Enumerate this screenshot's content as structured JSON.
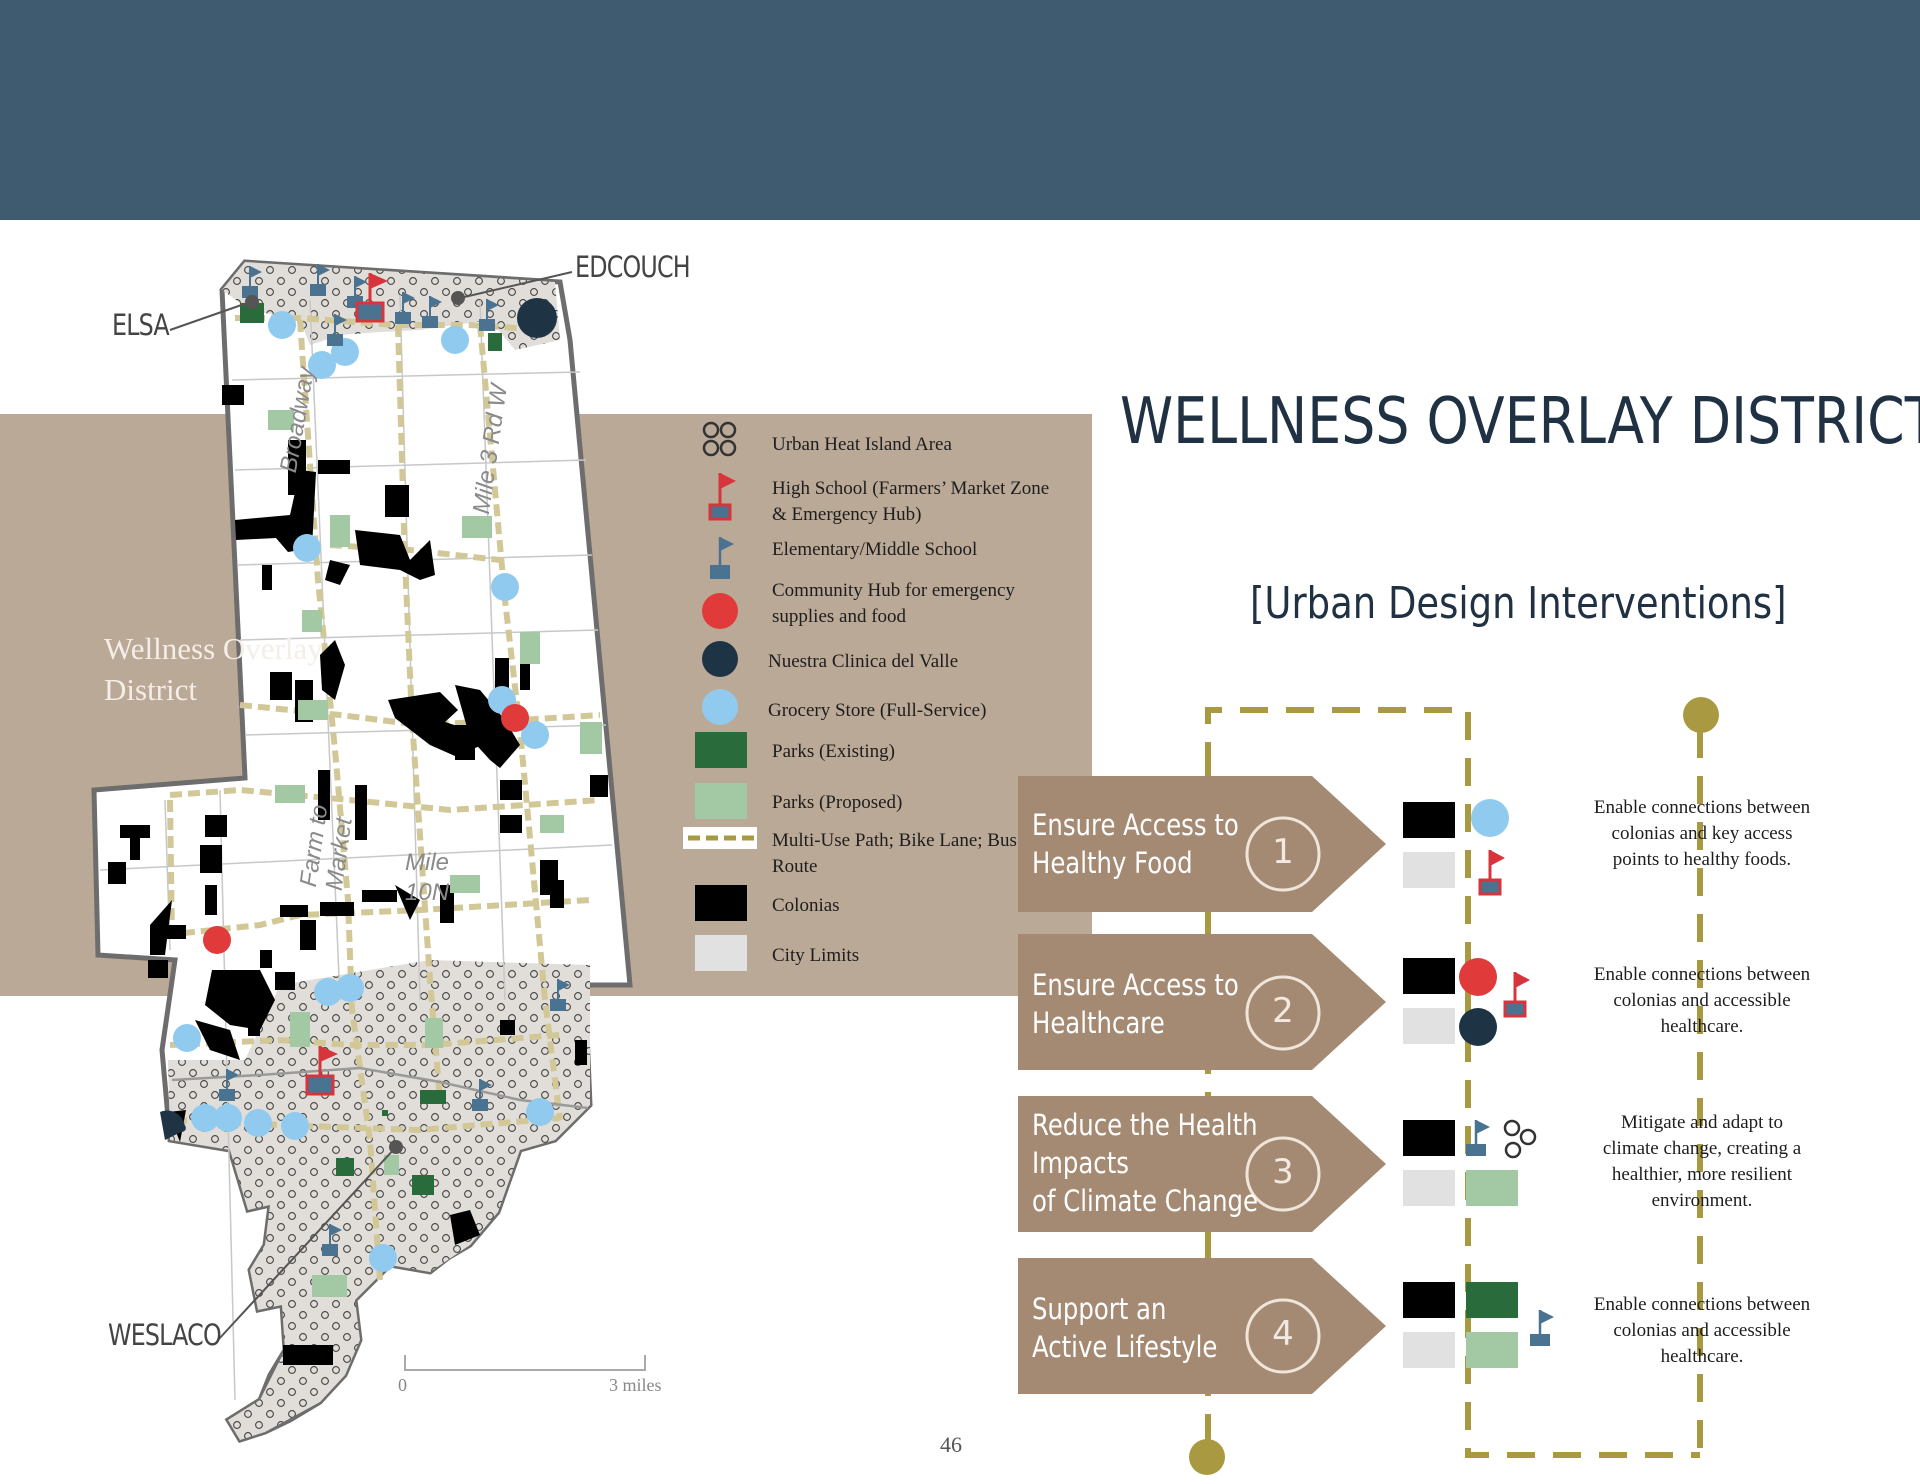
{
  "page": {
    "title": "WELLNESS OVERLAY DISTRICT",
    "subtitle": "[Urban Design Interventions]",
    "page_number": "46"
  },
  "colors": {
    "header": "#3e5b70",
    "band": "#bba997",
    "arrow": "#a48a72",
    "path": "#a99a42",
    "school_red": "#d8343c",
    "school_blue": "#4a7391",
    "hub_red": "#e03a3a",
    "clinic_navy": "#1e3344",
    "grocery_blue": "#90cbef",
    "park_existing": "#2a6b3c",
    "park_proposed": "#a3c9a4",
    "colonias": "#000000",
    "city_limits": "#e1e1e1"
  },
  "map": {
    "district_label": "Wellness Overlay District",
    "towns": [
      "ELSA",
      "EDCOUCH",
      "WESLACO"
    ],
    "roads": [
      "Broadway",
      "Mile 3 Rd W",
      "Farm to Market",
      "Mile 10N"
    ],
    "scale": {
      "start": "0",
      "end": "3 miles"
    }
  },
  "legend": [
    {
      "icon": "heat-island-icon",
      "label": "Urban Heat Island Area"
    },
    {
      "icon": "high-school-flag-icon",
      "label": "High School (Farmers’ Market Zone & Emergency Hub)"
    },
    {
      "icon": "elementary-school-flag-icon",
      "label": "Elementary/Middle School"
    },
    {
      "icon": "community-hub-icon",
      "label": "Community Hub for emergency supplies and food"
    },
    {
      "icon": "clinic-icon",
      "label": "Nuestra Clinica del Valle"
    },
    {
      "icon": "grocery-icon",
      "label": "Grocery Store (Full-Service)"
    },
    {
      "icon": "park-existing-icon",
      "label": "Parks (Existing)"
    },
    {
      "icon": "park-proposed-icon",
      "label": "Parks (Proposed)"
    },
    {
      "icon": "multi-use-path-icon",
      "label": "Multi-Use Path; Bike Lane; Bus Route"
    },
    {
      "icon": "colonias-icon",
      "label": "Colonias"
    },
    {
      "icon": "city-limits-icon",
      "label": "City Limits"
    }
  ],
  "interventions": [
    {
      "number": "1",
      "title_line1": "Ensure Access to",
      "title_line2": "Healthy Food",
      "title_line3": "",
      "description": "Enable connections between colonias and key access points to healthy foods."
    },
    {
      "number": "2",
      "title_line1": "Ensure Access to",
      "title_line2": "Healthcare",
      "title_line3": "",
      "description": "Enable connections between colonias and accessible healthcare."
    },
    {
      "number": "3",
      "title_line1": "Reduce the Health",
      "title_line2": "Impacts",
      "title_line3": "of Climate Change",
      "description": "Mitigate and adapt to climate change, creating a healthier, more resilient environment."
    },
    {
      "number": "4",
      "title_line1": "Support an",
      "title_line2": "Active Lifestyle",
      "title_line3": "",
      "description": "Enable connections between colonias and accessible healthcare."
    }
  ]
}
